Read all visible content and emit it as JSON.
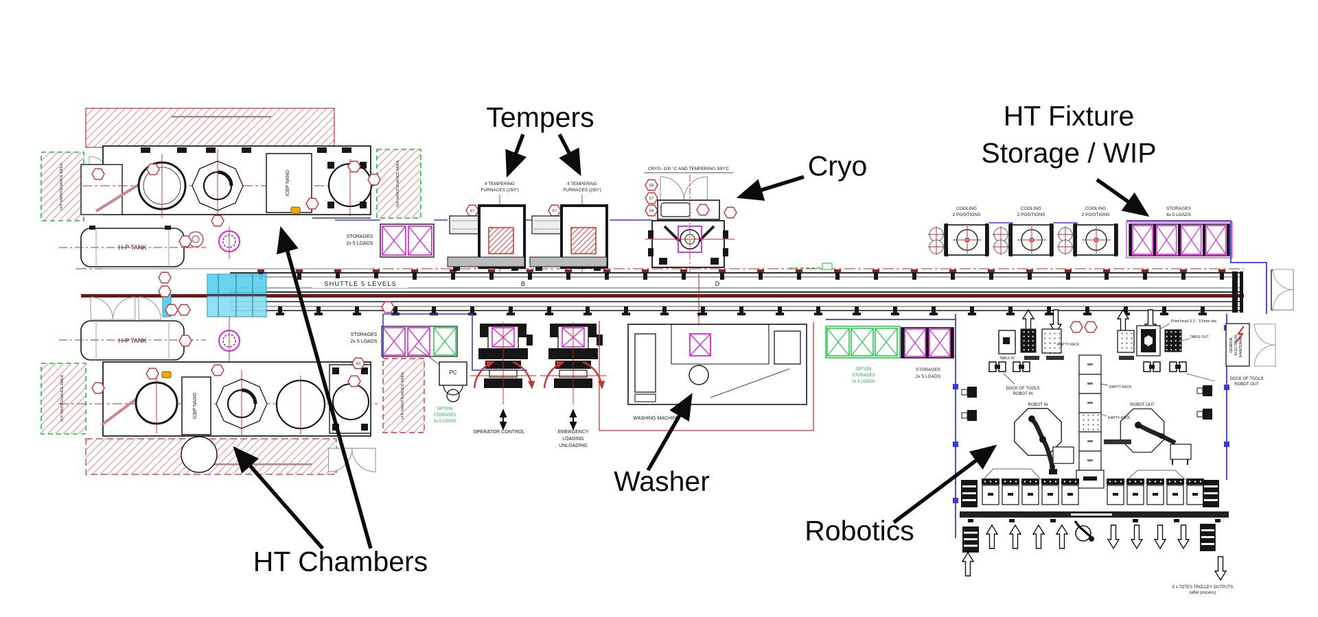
{
  "callouts": {
    "tempers": "Tempers",
    "cryo": "Cryo",
    "fixture1": "HT Fixture",
    "fixture2": "Storage / WIP",
    "washer": "Washer",
    "robotics": "Robotics",
    "chambers": "HT Chambers"
  },
  "rail": {
    "label": "SHUTTLE 5 LEVELS",
    "b": "B",
    "d": "D"
  },
  "plant": {
    "hp_tank": "H-P TANK",
    "icbp": "ICBP NANO",
    "maint": "H-P MAINTENANCE AREA",
    "storages_l1": "STORAGES",
    "storages_2x": "2x 5 LOADS",
    "fixture_l1": "STORAGES",
    "fixture_l2": "4x 5 LOADS",
    "opt_left_l1": "OPTION",
    "opt_left_l2": "STORAGES",
    "opt_left_l3": "1x 5 LOADS",
    "opt_right_l1": "OPTION",
    "opt_right_l2": "STORAGES",
    "opt_right_l3": "2x 5 LOADS",
    "cooling_l1": "COOLING",
    "cooling_l2": "2 POSITIONS",
    "temper_l1": "4 TEMPERING",
    "temper_l2": "FURNACES (250°)",
    "temper_hex": "E7",
    "cryo_title": "CRYO -100 °C AND TEMPERING 300°C",
    "cryo_g6": "G6",
    "cryo_g7": "G7",
    "cryo_g8": "G8",
    "washing": "WASHING MACHINE",
    "operator": "OPERATOR CONTROL",
    "em1": "EMERGENCY",
    "em2": "LOADING",
    "em3": "UNLOADING",
    "pc": "PC",
    "hex_e3": "E3"
  },
  "rob": {
    "robot_in": "ROBOT IN",
    "robot_out": "ROBOT OUT",
    "dock_l1": "DOCK OF TOOLS",
    "dock_in_l2": "ROBOT IN",
    "dock_out_l2": "ROBOT OUT",
    "gen1": "GENERAL",
    "gen2": "ELECTRICAL",
    "gen3": "MAINTENANCE",
    "print_head": "Print head 3,2 - 3,5mm dia",
    "table_in": "TABLE IN",
    "table_out": "TABLE OUT",
    "empty_rack": "EMPTY RACK",
    "totes_l1": "5 x TOTES TROLLEY OUTPUTS",
    "totes_l2": "(after process)"
  },
  "colors": {
    "hatch_red": "#ec8484",
    "line_red": "#cc2222",
    "magenta": "#e222e2",
    "green": "#2bcf4e",
    "blue": "#3a3ae0",
    "cyan": "#5fd0ee",
    "maroon": "#6b1a1a",
    "orange": "#f2a900"
  }
}
